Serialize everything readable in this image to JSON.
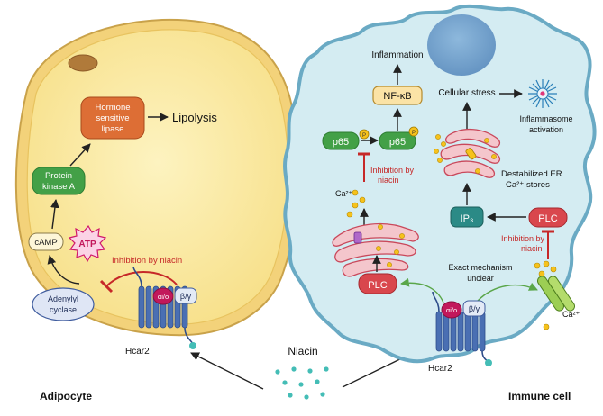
{
  "adipocyte": {
    "label": "Adipocyte",
    "hormone_lipase": [
      "Hormone",
      "sensitive",
      "lipase"
    ],
    "lipolysis": "Lipolysis",
    "protein_kinase": [
      "Protein",
      "kinase A"
    ],
    "camp": "cAMP",
    "atp": "ATP",
    "inhibition": "Inhibition by niacin",
    "adenylyl_cyclase": [
      "Adenylyl",
      "cyclase"
    ],
    "g_alpha": "αi/o",
    "g_beta_gamma": "β/γ",
    "receptor": "Hcar2"
  },
  "niacin": {
    "label": "Niacin"
  },
  "immune_cell": {
    "label": "Immune cell",
    "inflammation": "Inflammation",
    "nfkb": "NF-κB",
    "p65_left": "p65",
    "p65_right": "p65",
    "phospho": "P",
    "inhibition_p65": [
      "Inhibition by",
      "niacin"
    ],
    "ca_top": "Ca²⁺",
    "cellular_stress": "Cellular stress",
    "inflammasome": [
      "Inflammasome",
      "activation"
    ],
    "er_stores": [
      "Destabilized ER",
      "Ca²⁺ stores"
    ],
    "ip3": "IP₃",
    "plc_right": "PLC",
    "plc_left": "PLC",
    "inhibition_plc": [
      "Inhibition by",
      "niacin"
    ],
    "exact_mechanism": [
      "Exact mechanism",
      "unclear"
    ],
    "g_alpha": "αi/o",
    "g_beta_gamma": "β/γ",
    "receptor": "Hcar2",
    "ca_channel": "Ca²⁺"
  },
  "colors": {
    "adipocyte_fill": "#fbeea8",
    "adipocyte_outline": "#caa94e",
    "immune_fill": "#d4ecf2",
    "immune_outline": "#6aaac4",
    "nucleus": "#7ba9d0",
    "green_box": "#43a047",
    "orange_box": "#dd6e35",
    "red_box": "#d9474d",
    "teal_box": "#2b8a86",
    "inhibition_red": "#c62828",
    "niacin_dots": "#44bdb6"
  }
}
